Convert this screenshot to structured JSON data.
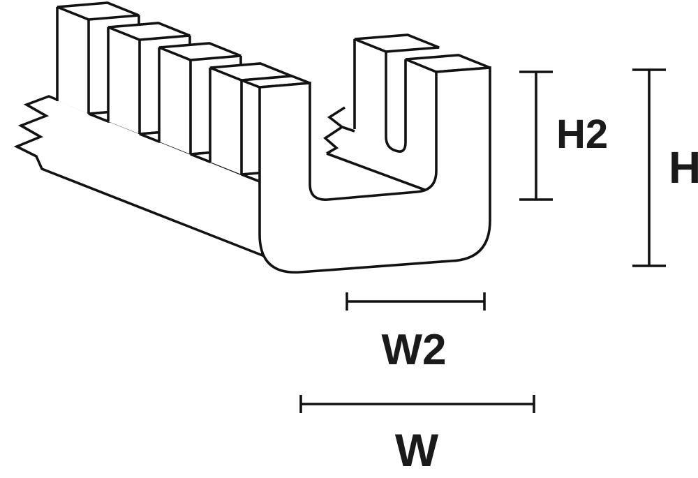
{
  "page": {
    "background_color": "#ffffff"
  },
  "diagram": {
    "subject": "isometric line drawing of a castellated U-channel edge profile (slotted grommet strip) with four teeth receding to the upper left, a broken-away cut face, and dimension callouts",
    "line_color": "#121212",
    "label_color": "#1a1a1a",
    "labels": {
      "inner_height": "H2",
      "total_height": "H",
      "inner_width": "W2",
      "total_width": "W"
    }
  }
}
